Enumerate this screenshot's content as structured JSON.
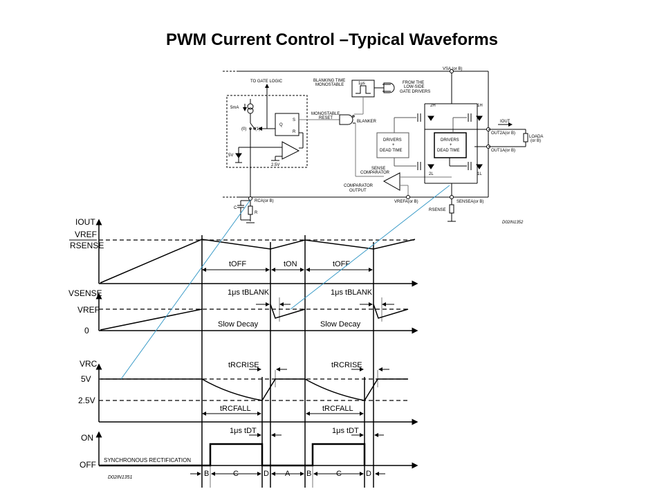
{
  "title": "PWM Current Control –Typical Waveforms",
  "circuit": {
    "labels": {
      "to_gate_logic": "TO GATE LOGIC",
      "blanking_time_1": "BLANKING TIME",
      "blanking_time_2": "MONOSTABLE",
      "pulse": "1μs",
      "from_the_1": "FROM THE",
      "from_the_2": "LOW-SIDE",
      "from_the_3": "GATE DRIVERS",
      "current_source": "5mA",
      "switch_0": "(0)",
      "switch_1": "(1)",
      "q": "Q",
      "s": "S",
      "r": "R",
      "mono_reset_1": "MONOSTABLE",
      "mono_reset_2": "RESET",
      "blanker": "BLANKER",
      "zener": "5V",
      "ref25": "2.5V",
      "drivers1_a": "DRIVERS",
      "drivers1_b": "+",
      "drivers1_c": "DEAD TIME",
      "drivers2_a": "DRIVERS",
      "drivers2_b": "+",
      "drivers2_c": "DEAD TIME",
      "sense_comp_1": "SENSE",
      "sense_comp_2": "COMPARATOR",
      "comp_out_1": "COMPARATOR",
      "comp_out_2": "OUTPUT",
      "vs": "VSA (or B)",
      "q2h": "2H",
      "q1h": "1H",
      "q2l": "2L",
      "q1l": "1L",
      "iout": "IOUT",
      "out2": "OUT2A(or B)",
      "out1": "OUT1A(or B)",
      "load": "LOADA",
      "load_sub": "(or B)",
      "rc": "RCA(or B)",
      "c": "C",
      "r_ext": "R",
      "vref": "VREFA(or B)",
      "sense": "SENSEA(or B)",
      "rsense": "RSENSE",
      "code": "D02IN1352"
    }
  },
  "waveforms": {
    "iout": {
      "axis": "IOUT",
      "vref": "VREF",
      "rsense": "RSENSE",
      "toff": "tOFF",
      "ton": "tON",
      "toff2": "tOFF"
    },
    "vsense": {
      "axis": "VSENSE",
      "vref": "VREF",
      "zero": "0",
      "blank": "1μs tBLANK",
      "blank2": "1μs tBLANK",
      "slow1": "Slow Decay",
      "slow2": "Slow Decay"
    },
    "vrc": {
      "axis": "VRC",
      "v5": "5V",
      "v25": "2.5V",
      "rise1": "tRCRISE",
      "rise2": "tRCRISE",
      "fall1": "tRCFALL",
      "fall2": "tRCFALL"
    },
    "sync": {
      "on": "ON",
      "off": "OFF",
      "label": "SYNCHRONOUS RECTIFICATION",
      "dt1": "1μs tDT",
      "dt2": "1μs tDT",
      "code": "D02IN1351"
    },
    "phases": [
      "B",
      "C",
      "D",
      "A",
      "B",
      "C",
      "D"
    ]
  },
  "colors": {
    "callout": "#3a9bc8",
    "ink": "#000000",
    "grey": "#555555"
  }
}
